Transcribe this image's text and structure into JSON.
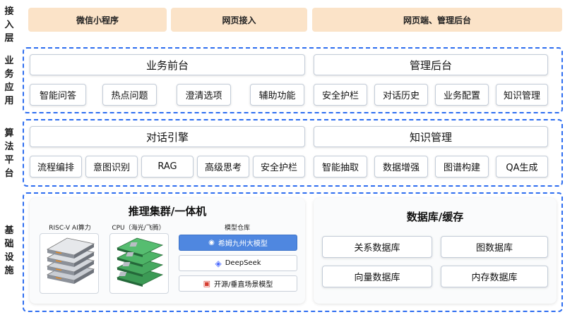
{
  "layers": {
    "access": [
      "接",
      "入",
      "层"
    ],
    "business": [
      "业",
      "务",
      "应",
      "用"
    ],
    "algorithm": [
      "算",
      "法",
      "平",
      "台"
    ],
    "infra": [
      "基",
      "础",
      "设",
      "施"
    ]
  },
  "access": {
    "items": [
      "微信小程序",
      "网页接入",
      "网页端、管理后台"
    ]
  },
  "business": {
    "front": {
      "title": "业务前台",
      "items": [
        "智能问答",
        "热点问题",
        "澄清选项",
        "辅助功能"
      ]
    },
    "admin": {
      "title": "管理后台",
      "items": [
        "安全护栏",
        "对话历史",
        "业务配置",
        "知识管理"
      ]
    }
  },
  "algorithm": {
    "engine": {
      "title": "对话引擎",
      "items": [
        "流程编排",
        "意图识别",
        "RAG",
        "高级思考",
        "安全护栏"
      ]
    },
    "knowledge": {
      "title": "知识管理",
      "items": [
        "智能抽取",
        "数据增强",
        "图谱构建",
        "QA生成"
      ]
    }
  },
  "infra": {
    "inference": {
      "title": "推理集群/一体机",
      "riscv_label": "RISC-V AI算力",
      "cpu_label": "CPU（海光/飞腾）",
      "models_title": "模型仓库",
      "models": [
        "希姆九州大模型",
        "DeepSeek",
        "开源/垂直场景模型"
      ]
    },
    "database": {
      "title": "数据库/缓存",
      "items": [
        "关系数据库",
        "图数据库",
        "向量数据库",
        "内存数据库"
      ]
    }
  },
  "colors": {
    "accent_blue": "#2d6df0",
    "access_fill": "#fbe3c8",
    "model_highlight": "#4f87e0"
  },
  "icons": {
    "model_1": "brain-icon",
    "model_2": "whale-icon",
    "model_3": "cube-icon"
  }
}
